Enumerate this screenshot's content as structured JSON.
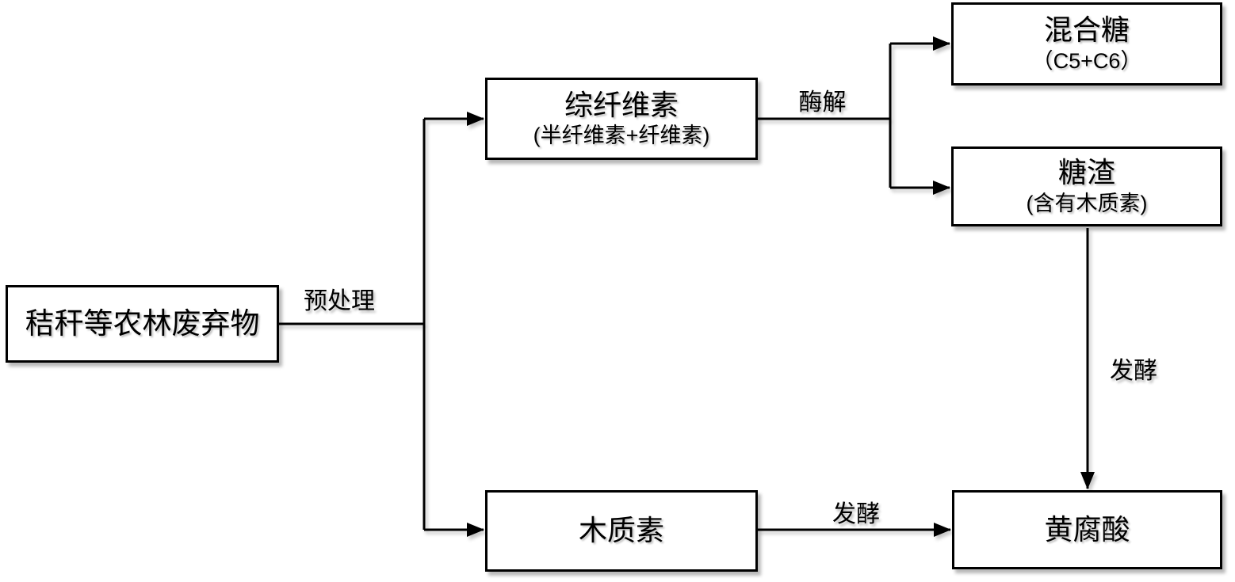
{
  "diagram": {
    "background_color": "#ffffff",
    "line_color": "#000000",
    "box_fill": "#ffffff",
    "nodes": [
      {
        "id": "feedstock",
        "label": "秸秆等农林废弃物",
        "sublabel": ""
      },
      {
        "id": "holocellulose",
        "label": "综纤维素",
        "sublabel": "(半纤维素+纤维素)"
      },
      {
        "id": "mixed-sugar",
        "label": "混合糖",
        "sublabel": "（C5+C6）"
      },
      {
        "id": "sugar-residue",
        "label": "糖渣",
        "sublabel": "(含有木质素)"
      },
      {
        "id": "lignin",
        "label": "木质素",
        "sublabel": ""
      },
      {
        "id": "fulvic-acid",
        "label": "黄腐酸",
        "sublabel": ""
      }
    ],
    "edges": [
      {
        "from": "feedstock",
        "to": "holocellulose + lignin",
        "label": "预处理"
      },
      {
        "from": "holocellulose",
        "to": "mixed-sugar + sugar-residue",
        "label": "酶解"
      },
      {
        "from": "sugar-residue",
        "to": "fulvic-acid",
        "label": "发酵"
      },
      {
        "from": "lignin",
        "to": "fulvic-acid",
        "label": "发酵"
      }
    ]
  }
}
